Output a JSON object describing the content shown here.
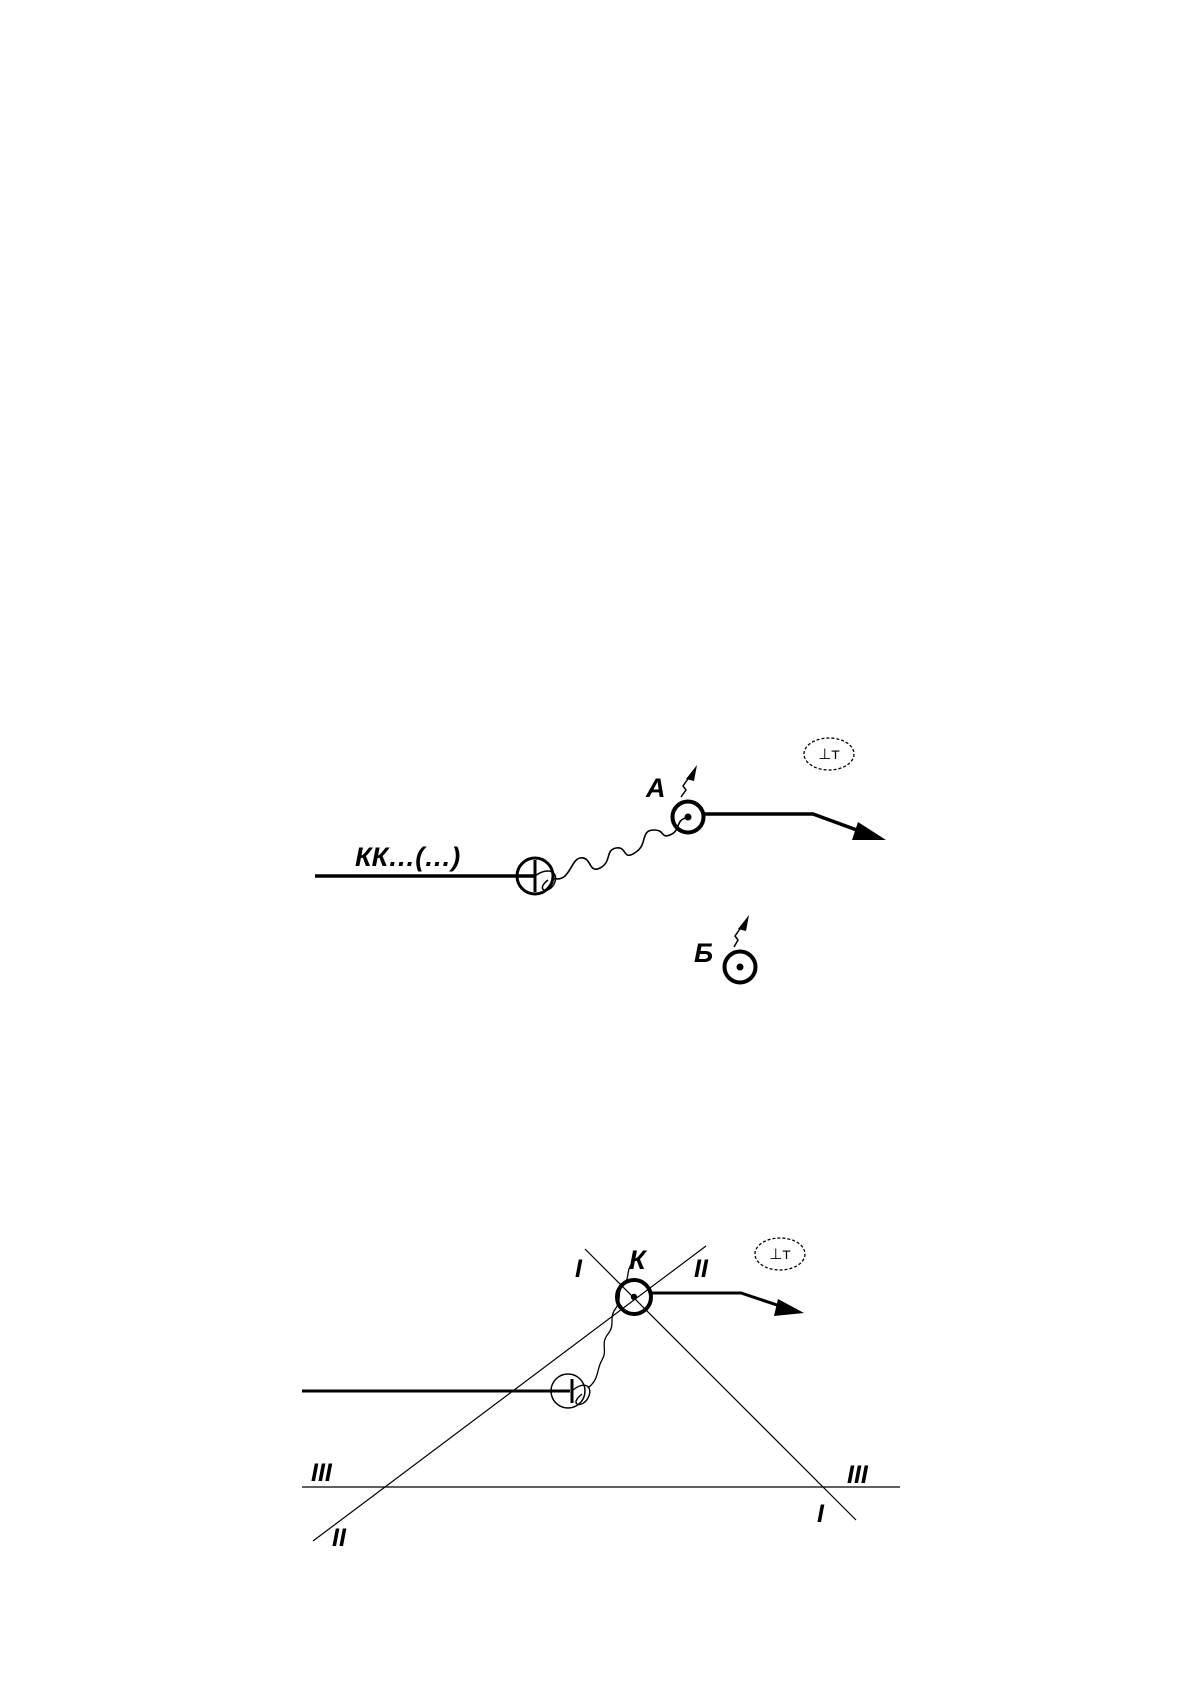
{
  "figure_top": {
    "line_label": "КК…(…)",
    "point_a_label": "А",
    "point_b_label": "Б",
    "sign_symbol": "⊥т"
  },
  "figure_bottom": {
    "point_k_label": "К",
    "line_labels": {
      "I_top": "I",
      "II_top": "II",
      "III_left": "III",
      "III_right": "III",
      "II_bottom": "II",
      "I_bottom": "I"
    },
    "sign_symbol": "⊥т"
  },
  "colors": {
    "ink": "#000000",
    "background": "#ffffff"
  }
}
